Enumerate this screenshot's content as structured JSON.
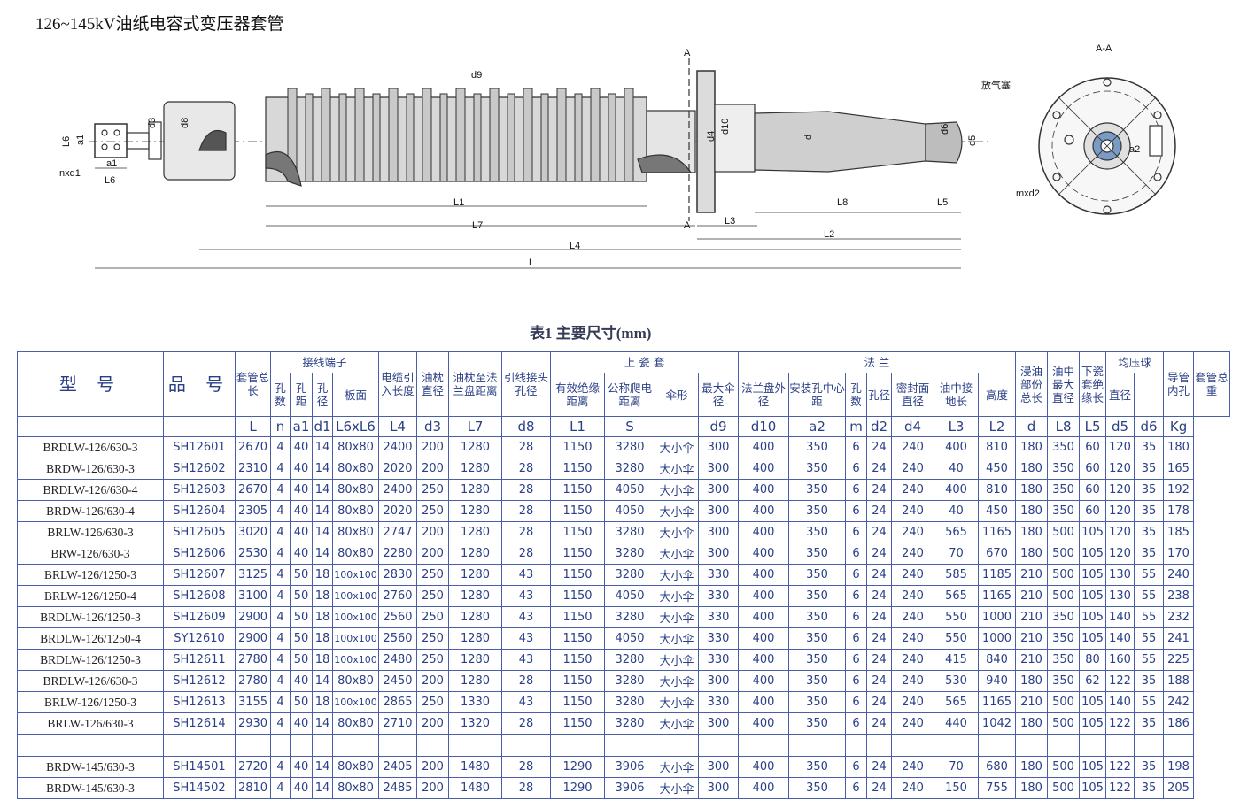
{
  "title": "126~145kV油纸电容式变压器套管",
  "table_caption": "表1  主要尺寸(mm)",
  "drawing": {
    "labels": {
      "d9": "d9",
      "d3": "d3",
      "d8": "d8",
      "L6": "L6",
      "a1": "a1",
      "nxd1": "nxd1",
      "A": "A",
      "d4": "d4",
      "d10": "d10",
      "d": "d",
      "d6": "d6",
      "d5": "d5",
      "L1": "L1",
      "L7": "L7",
      "L4": "L4",
      "L": "L",
      "L3": "L3",
      "L8": "L8",
      "L5": "L5",
      "L2": "L2",
      "section": "A-A",
      "vent": "放气塞",
      "a2": "a2",
      "mxd2": "mxd2"
    }
  },
  "table": {
    "group_headers": {
      "model": "型  号",
      "part_no": "品  号",
      "total_length": "套管总长",
      "terminal": "接线端子",
      "cable_len": "电缆引入长度",
      "conservator_dia": "油枕直径",
      "conservator_flange": "油枕至法兰盘距离",
      "lead_hole": "引线接头孔径",
      "upper_porcelain": "上 瓷 套",
      "flange": "法  兰",
      "oil_len": "浸油部份总长",
      "oil_dia": "油中最大直径",
      "lower_porcelain": "下瓷套绝缘长",
      "shield": "均压球",
      "conductor_hole": "导管内孔",
      "weight": "套管总重"
    },
    "sub_headers": {
      "n": "孔数",
      "a1": "孔距",
      "d1": "孔径",
      "plate": "板面",
      "arc": "有效绝缘距离",
      "creep": "公称爬电距离",
      "shed": "伞形",
      "max_shed": "最大伞径",
      "flange_od": "法兰盘外径",
      "bolt_pcd": "安装孔中心距",
      "m": "孔数",
      "d2": "孔径",
      "seal_dia": "密封面直径",
      "ground_len": "油中接地长",
      "height": "高度",
      "dia": "直径"
    },
    "symbols": [
      "",
      "",
      "L",
      "n",
      "a1",
      "d1",
      "L6xL6",
      "L4",
      "d3",
      "L7",
      "d8",
      "L1",
      "S",
      "",
      "d9",
      "d10",
      "a2",
      "m",
      "d2",
      "d4",
      "L3",
      "L2",
      "d",
      "L8",
      "L5",
      "d5",
      "d6",
      "Kg"
    ],
    "rows": [
      [
        "BRDLW-126/630-3",
        "SH12601",
        "2670",
        "4",
        "40",
        "14",
        "80x80",
        "2400",
        "200",
        "1280",
        "28",
        "1150",
        "3280",
        "大小伞",
        "300",
        "400",
        "350",
        "6",
        "24",
        "240",
        "400",
        "810",
        "180",
        "350",
        "60",
        "120",
        "35",
        "180"
      ],
      [
        "BRDW-126/630-3",
        "SH12602",
        "2310",
        "4",
        "40",
        "14",
        "80x80",
        "2020",
        "200",
        "1280",
        "28",
        "1150",
        "3280",
        "大小伞",
        "300",
        "400",
        "350",
        "6",
        "24",
        "240",
        "40",
        "450",
        "180",
        "350",
        "60",
        "120",
        "35",
        "165"
      ],
      [
        "BRDLW-126/630-4",
        "SH12603",
        "2670",
        "4",
        "40",
        "14",
        "80x80",
        "2400",
        "250",
        "1280",
        "28",
        "1150",
        "4050",
        "大小伞",
        "300",
        "400",
        "350",
        "6",
        "24",
        "240",
        "400",
        "810",
        "180",
        "350",
        "60",
        "120",
        "35",
        "192"
      ],
      [
        "BRDW-126/630-4",
        "SH12604",
        "2305",
        "4",
        "40",
        "14",
        "80x80",
        "2020",
        "250",
        "1280",
        "28",
        "1150",
        "4050",
        "大小伞",
        "300",
        "400",
        "350",
        "6",
        "24",
        "240",
        "40",
        "450",
        "180",
        "350",
        "60",
        "120",
        "35",
        "178"
      ],
      [
        "BRLW-126/630-3",
        "SH12605",
        "3020",
        "4",
        "40",
        "14",
        "80x80",
        "2747",
        "200",
        "1280",
        "28",
        "1150",
        "3280",
        "大小伞",
        "300",
        "400",
        "350",
        "6",
        "24",
        "240",
        "565",
        "1165",
        "180",
        "500",
        "105",
        "120",
        "35",
        "185"
      ],
      [
        "BRW-126/630-3",
        "SH12606",
        "2530",
        "4",
        "40",
        "14",
        "80x80",
        "2280",
        "200",
        "1280",
        "28",
        "1150",
        "3280",
        "大小伞",
        "300",
        "400",
        "350",
        "6",
        "24",
        "240",
        "70",
        "670",
        "180",
        "500",
        "105",
        "120",
        "35",
        "170"
      ],
      [
        "BRLW-126/1250-3",
        "SH12607",
        "3125",
        "4",
        "50",
        "18",
        "100x100",
        "2830",
        "250",
        "1280",
        "43",
        "1150",
        "3280",
        "大小伞",
        "330",
        "400",
        "350",
        "6",
        "24",
        "240",
        "585",
        "1185",
        "210",
        "500",
        "105",
        "130",
        "55",
        "240"
      ],
      [
        "BRLW-126/1250-4",
        "SH12608",
        "3100",
        "4",
        "50",
        "18",
        "100x100",
        "2760",
        "250",
        "1280",
        "43",
        "1150",
        "4050",
        "大小伞",
        "330",
        "400",
        "350",
        "6",
        "24",
        "240",
        "565",
        "1165",
        "210",
        "500",
        "105",
        "130",
        "55",
        "238"
      ],
      [
        "BRDLW-126/1250-3",
        "SH12609",
        "2900",
        "4",
        "50",
        "18",
        "100x100",
        "2560",
        "250",
        "1280",
        "43",
        "1150",
        "3280",
        "大小伞",
        "330",
        "400",
        "350",
        "6",
        "24",
        "240",
        "550",
        "1000",
        "210",
        "350",
        "105",
        "140",
        "55",
        "232"
      ],
      [
        "BRDLW-126/1250-4",
        "SY12610",
        "2900",
        "4",
        "50",
        "18",
        "100x100",
        "2560",
        "250",
        "1280",
        "43",
        "1150",
        "4050",
        "大小伞",
        "330",
        "400",
        "350",
        "6",
        "24",
        "240",
        "550",
        "1000",
        "210",
        "350",
        "105",
        "140",
        "55",
        "241"
      ],
      [
        "BRDLW-126/1250-3",
        "SH12611",
        "2780",
        "4",
        "50",
        "18",
        "100x100",
        "2480",
        "250",
        "1280",
        "43",
        "1150",
        "3280",
        "大小伞",
        "330",
        "400",
        "350",
        "6",
        "24",
        "240",
        "415",
        "840",
        "210",
        "350",
        "80",
        "160",
        "55",
        "225"
      ],
      [
        "BRDLW-126/630-3",
        "SH12612",
        "2780",
        "4",
        "40",
        "14",
        "80x80",
        "2450",
        "200",
        "1280",
        "28",
        "1150",
        "3280",
        "大小伞",
        "300",
        "400",
        "350",
        "6",
        "24",
        "240",
        "530",
        "940",
        "180",
        "350",
        "62",
        "122",
        "35",
        "188"
      ],
      [
        "BRLW-126/1250-3",
        "SH12613",
        "3155",
        "4",
        "50",
        "18",
        "100x100",
        "2865",
        "250",
        "1330",
        "43",
        "1150",
        "3280",
        "大小伞",
        "330",
        "400",
        "350",
        "6",
        "24",
        "240",
        "565",
        "1165",
        "210",
        "500",
        "105",
        "140",
        "55",
        "242"
      ],
      [
        "BRLW-126/630-3",
        "SH12614",
        "2930",
        "4",
        "40",
        "14",
        "80x80",
        "2710",
        "200",
        "1320",
        "28",
        "1150",
        "3280",
        "大小伞",
        "300",
        "400",
        "350",
        "6",
        "24",
        "240",
        "440",
        "1042",
        "180",
        "500",
        "105",
        "122",
        "35",
        "186"
      ]
    ],
    "rows_145": [
      [
        "BRDW-145/630-3",
        "SH14501",
        "2720",
        "4",
        "40",
        "14",
        "80x80",
        "2405",
        "200",
        "1480",
        "28",
        "1290",
        "3906",
        "大小伞",
        "300",
        "400",
        "350",
        "6",
        "24",
        "240",
        "70",
        "680",
        "180",
        "500",
        "105",
        "122",
        "35",
        "198"
      ],
      [
        "BRDW-145/630-3",
        "SH14502",
        "2810",
        "4",
        "40",
        "14",
        "80x80",
        "2485",
        "200",
        "1480",
        "28",
        "1290",
        "3906",
        "大小伞",
        "300",
        "400",
        "350",
        "6",
        "24",
        "240",
        "150",
        "755",
        "180",
        "500",
        "105",
        "122",
        "35",
        "205"
      ]
    ]
  }
}
